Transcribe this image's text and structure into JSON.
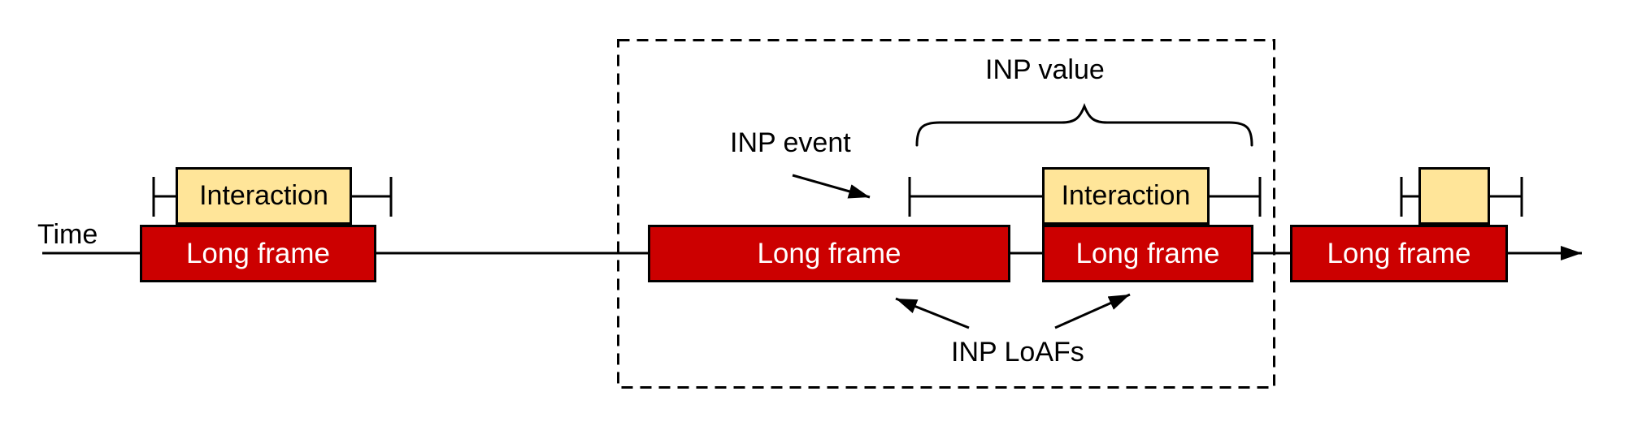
{
  "labels": {
    "time": "Time",
    "inp_event": "INP event",
    "inp_value": "INP value",
    "inp_loafs": "INP LoAFs"
  },
  "frames": [
    {
      "label": "Long frame"
    },
    {
      "label": "Long frame"
    },
    {
      "label": "Long frame"
    },
    {
      "label": "Long frame"
    }
  ],
  "interactions": [
    {
      "label": "Interaction"
    },
    {
      "label": "Interaction"
    },
    {
      "label": ""
    }
  ],
  "colors": {
    "long_frame_fill": "#cc0000",
    "long_frame_text": "#ffffff",
    "interaction_fill": "#ffe599",
    "stroke": "#000000",
    "background": "#ffffff"
  }
}
